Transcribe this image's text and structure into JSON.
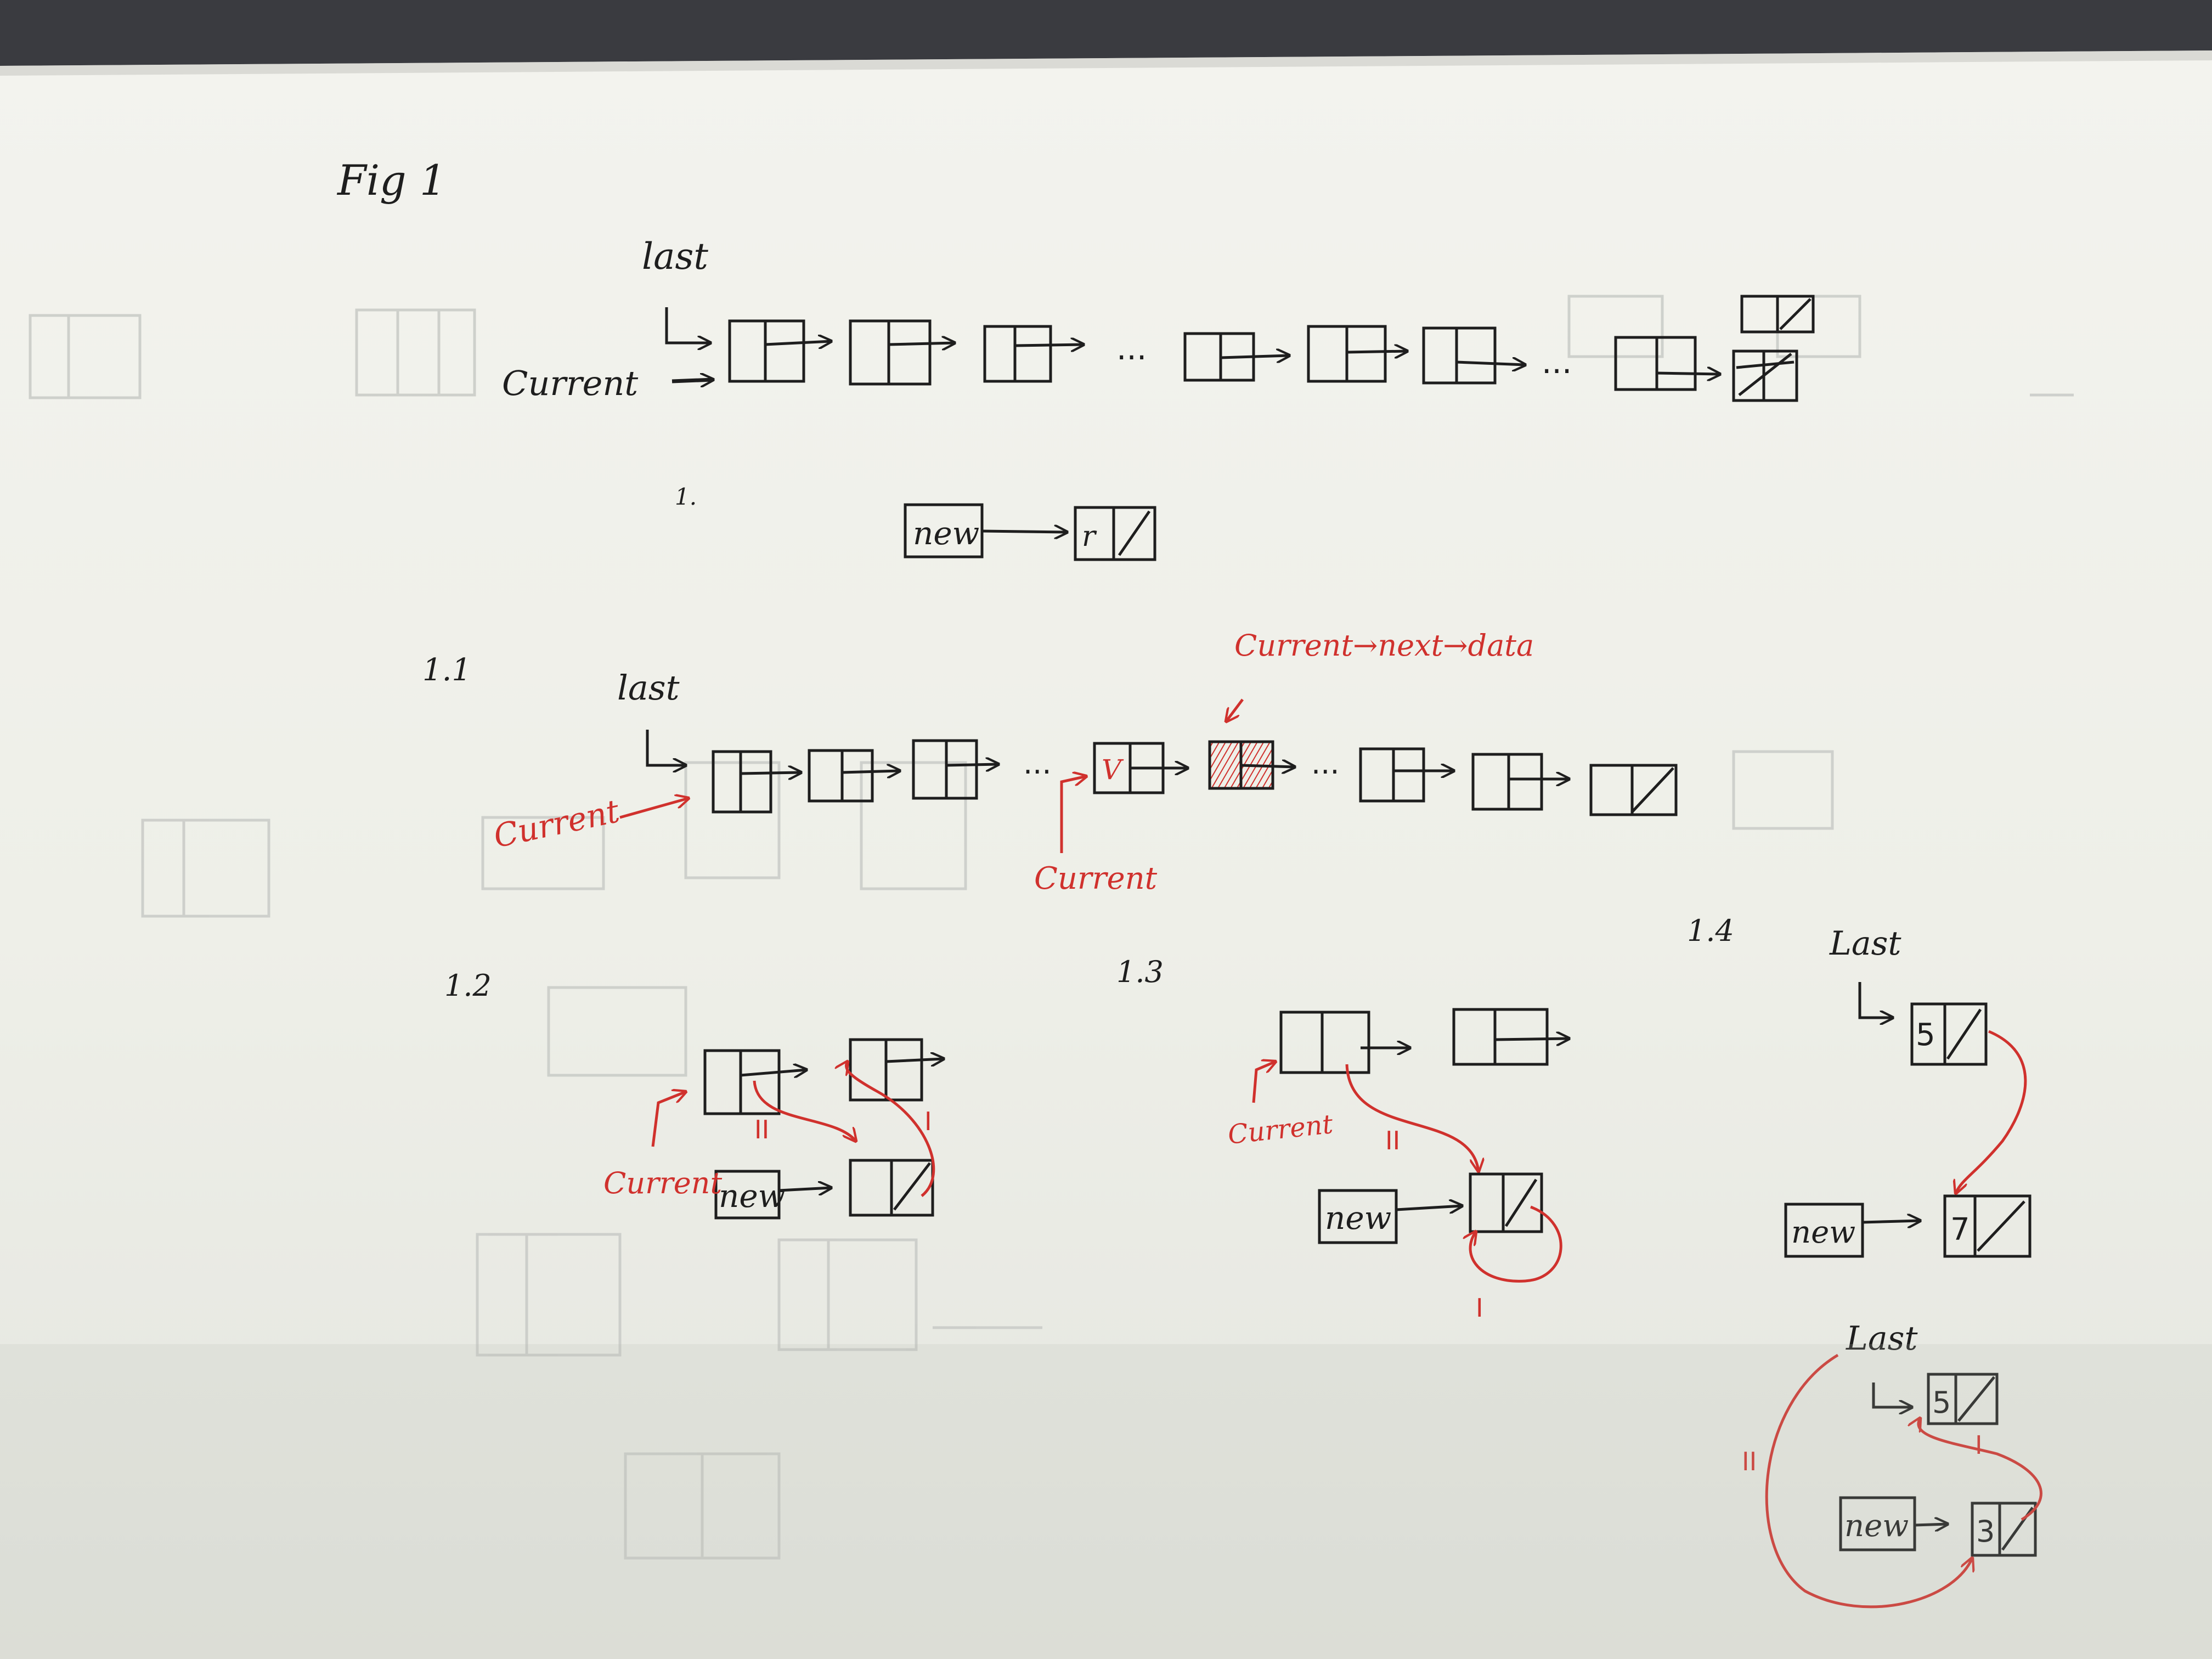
{
  "fig1": {
    "title": "Fig 1",
    "last_label": "last",
    "current_label": "Current",
    "ellipsis_1": "...",
    "ellipsis_2": "...",
    "step_marker": "1.",
    "new_label": "new",
    "new_node_value": "r"
  },
  "s11": {
    "title": "1.1",
    "last_label": "last",
    "current_label_left": "Current",
    "current_label_mid": "Current",
    "annotation": "Current→next→data",
    "node_value": "V",
    "ellipsis_1": "...",
    "ellipsis_2": "..."
  },
  "s12": {
    "title": "1.2",
    "current_label": "Current",
    "new_label": "new",
    "step_1": "I",
    "step_2": "II"
  },
  "s13": {
    "title": "1.3",
    "current_label": "Current",
    "new_label": "new",
    "step_1": "I",
    "step_2": "II"
  },
  "s14": {
    "title": "1.4",
    "last_label_top": "Last",
    "last_value_top": "5",
    "new_label_top": "new",
    "new_value_top": "7",
    "last_label_bottom": "Last",
    "last_value_bottom": "5",
    "new_label_bottom": "new",
    "new_value_bottom": "3",
    "step_1": "I",
    "step_2": "II"
  },
  "colors": {
    "paper": "#f1f1ea",
    "ink": "#1e1e1e",
    "red_ink": "#d0312d",
    "laptop_bezel": "#3a3b40",
    "ghost": "#c6c8c4"
  }
}
